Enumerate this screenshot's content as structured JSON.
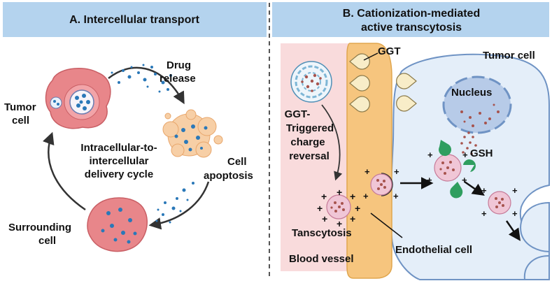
{
  "panel_a": {
    "title": "A. Intercellular transport",
    "drug_release": [
      "Drug",
      "release"
    ],
    "tumor_cell": [
      "Tumor",
      "cell"
    ],
    "cycle": [
      "Intracellular-to-",
      "intercellular",
      "delivery cycle"
    ],
    "cell_apoptosis": [
      "Cell",
      "apoptosis"
    ],
    "surrounding_cell": [
      "Surrounding",
      "cell"
    ]
  },
  "panel_b": {
    "title": [
      "B. Cationization-mediated",
      "active transcytosis"
    ],
    "ggt": "GGT",
    "tumor_cell": "Tumor cell",
    "nucleus": "Nucleus",
    "ggt_triggered": [
      "GGT-",
      "Triggered",
      "charge",
      "reversal"
    ],
    "gsh": "GSH",
    "transcytosis": "Tanscytosis",
    "endothelial_cell": "Endothelial cell",
    "blood_vessel": "Blood vessel"
  },
  "colors": {
    "header_bg": "#b4d3ee",
    "tumor_red": "#e8868a",
    "apoptosis_peach": "#f7cfa6",
    "blood_vessel_pink": "#f9dbdc",
    "endothelial_orange": "#f6c57e",
    "tumor_cell_blue": "#e4eef9",
    "nucleus_blue": "#b7cbe8",
    "gsh_green": "#2f9e5f",
    "ggt_cream": "#f8edc8",
    "dot_blue": "#2a78b8",
    "nanoparticle_pink": "#f0c6d6"
  }
}
